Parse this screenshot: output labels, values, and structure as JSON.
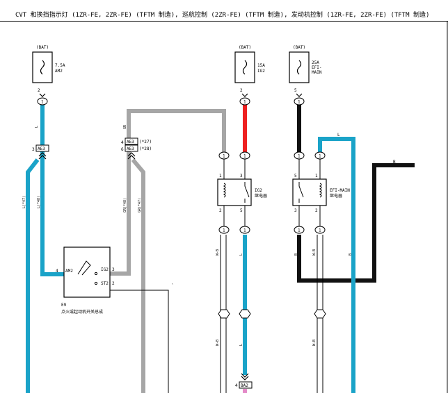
{
  "title": "CVT 和换挡指示灯 (1ZR-FE, 2ZR-FE) (TFTM 制造), 巡航控制 (2ZR-FE) (TFTM 制造), 发动机控制 (1ZR-FE, 2ZR-FE) (TFTM 制造)",
  "colors": {
    "wire_blue": "#1aa3c8",
    "wire_red": "#ee2020",
    "wire_black": "#111111",
    "wire_gray": "#a6a6a6",
    "wire_pink": "#e48ac8"
  },
  "fuses": [
    {
      "source": "(BAT)",
      "rating": "7.5A",
      "name": "AM2",
      "pin_top": "2",
      "terminal": "1"
    },
    {
      "source": "(BAT)",
      "rating": "15A",
      "name": "IG2",
      "pin_top": "2",
      "terminal": "1"
    },
    {
      "source": "(BAT)",
      "rating": "25A",
      "name": "EFI-MAIN",
      "name_line1": "EFI-",
      "name_line2": "MAIN",
      "pin_top": "5",
      "terminal": "1"
    }
  ],
  "connectors": {
    "ae3_left": {
      "pin": "3",
      "code": "AE3"
    },
    "ae3_mid": {
      "pin": "4",
      "code": "AE3",
      "note": "(*27)"
    },
    "ae3_mid2": {
      "pin": "6",
      "code": "AE3",
      "note": "(*28)"
    },
    "ba2": {
      "pin": "4",
      "code": "BA2"
    }
  },
  "wire_labels": {
    "l_top_left": "L",
    "l_47": "L(*47)",
    "l_48": "L(*48)",
    "gr_top": "GR",
    "gr_48": "GR(*48)",
    "gr_47": "GR(*47)",
    "l_right": "L",
    "b_right": "B",
    "w_b_1": "W-B",
    "w_b_2": "W-B",
    "l_mid": "L",
    "b_mid": "B",
    "l_mid2": "L",
    "w_b_3": "W-B",
    "b_3": "B",
    "w_b_4": "W-B",
    "tick_mark": "`"
  },
  "relays": [
    {
      "name": "IG2",
      "desc": "继电器",
      "pin1": "1",
      "pin3": "3",
      "pin2": "2",
      "pin5": "5",
      "t1": "1",
      "t3": "1",
      "t2": "1",
      "t5": "1"
    },
    {
      "name": "EFI-MAIN",
      "desc": "继电器",
      "pin5": "5",
      "pin1": "1",
      "pin3": "3",
      "pin2": "2",
      "t5": "1",
      "t1": "1",
      "t3": "1",
      "t2": "1"
    }
  ],
  "switch": {
    "code": "E9",
    "desc": "点火或起动机开关总成",
    "am2": "AM2",
    "ig2": "IG2",
    "st2": "ST2",
    "pin_am2": "4",
    "pin_ig2": "3",
    "pin_st2": "2"
  }
}
